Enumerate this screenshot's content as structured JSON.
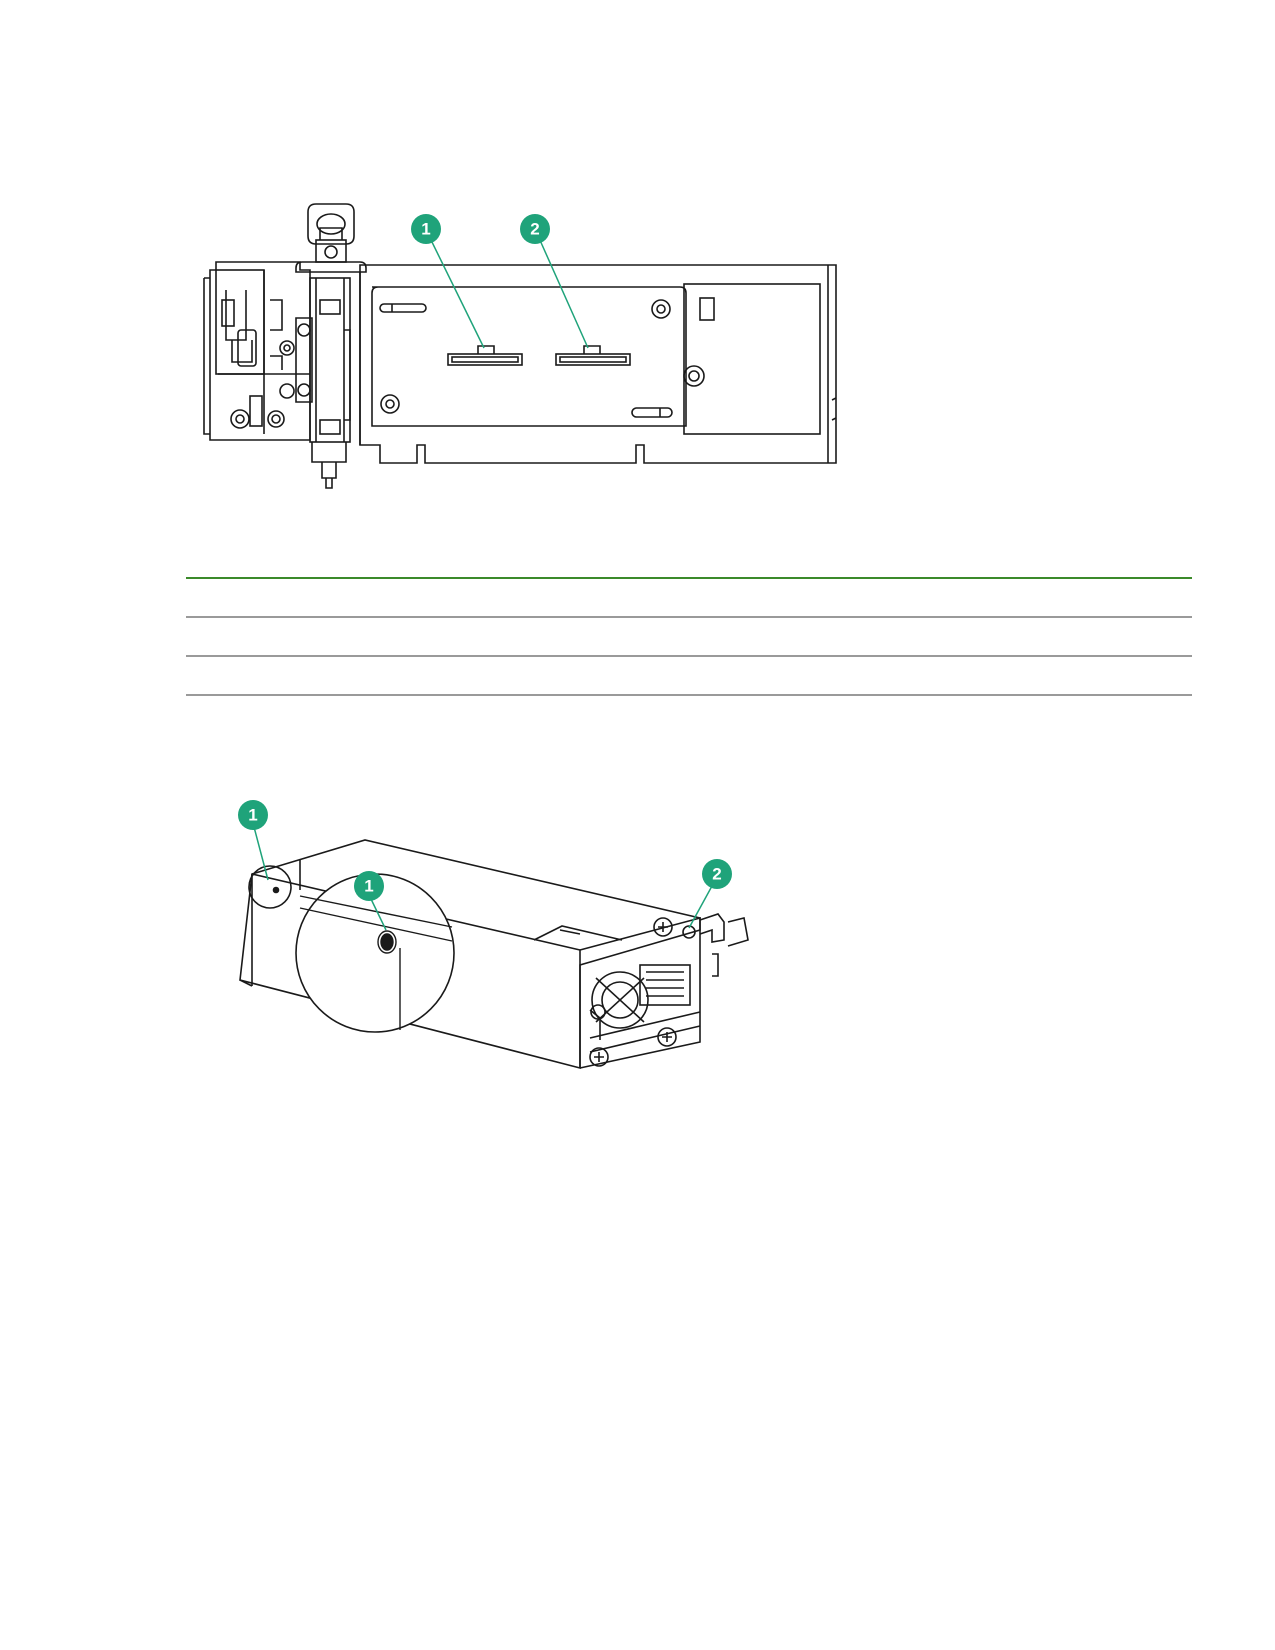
{
  "figure1": {
    "callouts": [
      {
        "label": "1"
      },
      {
        "label": "2"
      }
    ]
  },
  "table": {
    "rows": 3
  },
  "figure2": {
    "callouts": [
      {
        "label": "1"
      },
      {
        "label": "1"
      },
      {
        "label": "2"
      }
    ]
  },
  "colors": {
    "callout": "#1fa37a",
    "line": "#1a1a1a",
    "table_header_rule": "#3b8a2a",
    "table_row_rule": "#9a9a9a"
  }
}
